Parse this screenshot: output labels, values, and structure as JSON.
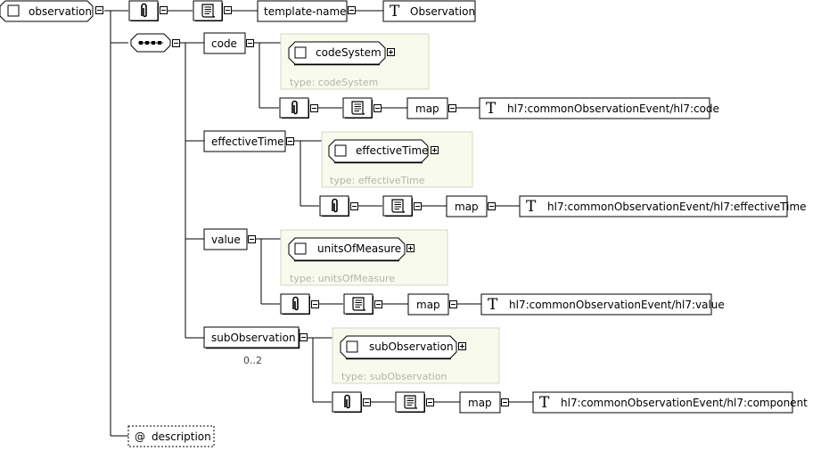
{
  "root": {
    "name": "observation"
  },
  "header_chain": {
    "attr_name": "template-name",
    "fixed_value": "Observation"
  },
  "children": [
    {
      "name": "code",
      "type_child": "codeSystem",
      "type_label": "type: codeSystem",
      "map_label": "map",
      "map_value": "hl7:commonObservationEvent/hl7:code",
      "occurrence": ""
    },
    {
      "name": "effectiveTime",
      "type_child": "effectiveTime",
      "type_label": "type: effectiveTime",
      "map_label": "map",
      "map_value": "hl7:commonObservationEvent/hl7:effectiveTime",
      "occurrence": ""
    },
    {
      "name": "value",
      "type_child": "unitsOfMeasure",
      "type_label": "type: unitsOfMeasure",
      "map_label": "map",
      "map_value": "hl7:commonObservationEvent/hl7:value",
      "occurrence": ""
    },
    {
      "name": "subObservation",
      "type_child": "subObservation",
      "type_label": "type: subObservation",
      "map_label": "map",
      "map_value": "hl7:commonObservationEvent/hl7:component",
      "occurrence": "0..2"
    }
  ],
  "attribute": {
    "symbol": "@",
    "name": "description"
  },
  "glyphs": {
    "text_type": "T",
    "expand": "+",
    "collapse": "−"
  },
  "colors": {
    "type_panel_fill": "#f8faee",
    "type_panel_border": "#d4d8c0",
    "type_label": "#b4b4a8",
    "line": "#000000"
  }
}
